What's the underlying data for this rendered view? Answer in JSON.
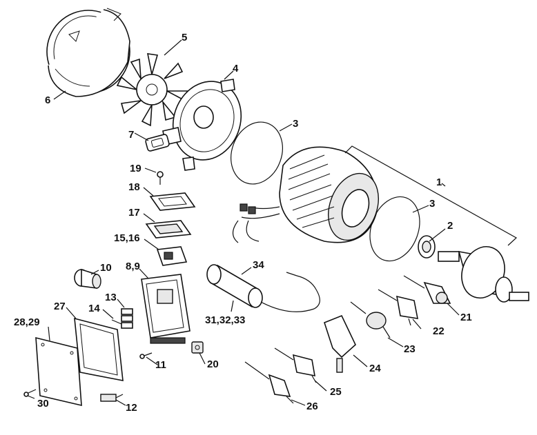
{
  "labels": {
    "p1": "1",
    "p2": "2",
    "p3a": "3",
    "p3b": "3",
    "p4": "4",
    "p5": "5",
    "p6": "6",
    "p7": "7",
    "p8_9": "8,9",
    "p10": "10",
    "p11": "11",
    "p12": "12",
    "p13": "13",
    "p14": "14",
    "p15_16": "15,16",
    "p17": "17",
    "p18": "18",
    "p19": "19",
    "p20": "20",
    "p21": "21",
    "p22": "22",
    "p23": "23",
    "p24": "24",
    "p25": "25",
    "p26": "26",
    "p27": "27",
    "p28_29": "28,29",
    "p30": "30",
    "p31_32_33": "31,32,33",
    "p34": "34"
  }
}
